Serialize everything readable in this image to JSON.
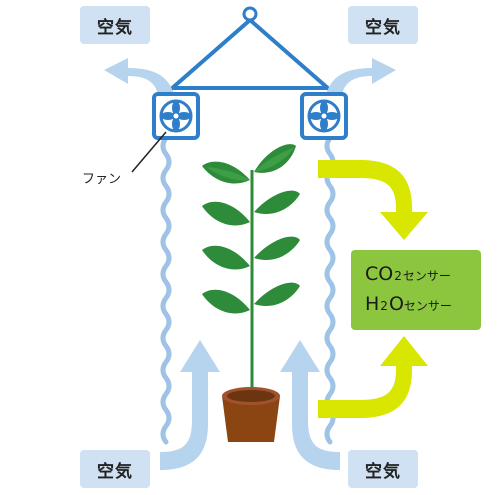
{
  "air_labels": {
    "top_left": "空気",
    "top_right": "空気",
    "bottom_left": "空気",
    "bottom_right": "空気"
  },
  "fan_label": "ファン",
  "sensors": {
    "co2": {
      "chem_a": "CO",
      "chem_sub": "2",
      "suffix": "センサー"
    },
    "h2o": {
      "chem_a": "H",
      "chem_sub": "2",
      "chem_b": "O",
      "suffix": "センサー"
    }
  },
  "colors": {
    "air_box": "#cfe1f2",
    "air_flow": "#b7d4ef",
    "frame": "#2e7ec9",
    "sensor_box": "#8cc63f",
    "flow_arrow": "#d8e600",
    "leaf": "#2e8b3a",
    "pot": "#8b4513"
  }
}
